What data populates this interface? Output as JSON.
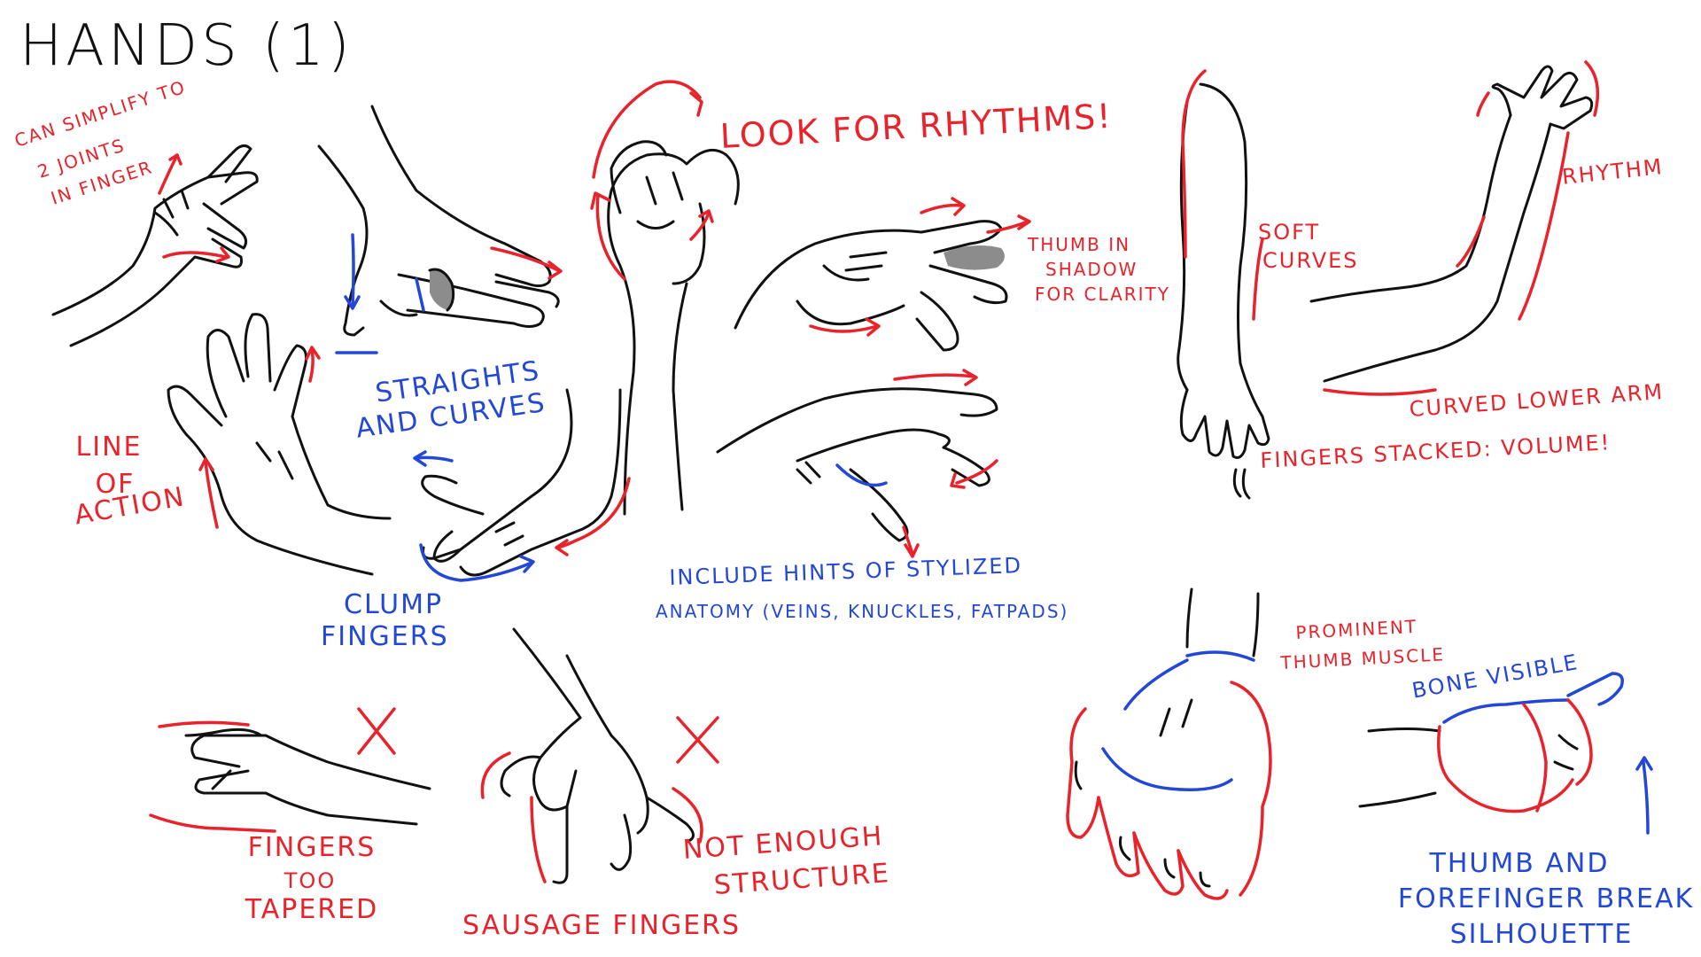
{
  "title": "HANDS (1)",
  "labels": {
    "simplify": [
      "CAN SIMPLIFY TO",
      "2 JOINTS",
      "IN FINGER"
    ],
    "straights": [
      "STRAIGHTS",
      "AND CURVES"
    ],
    "look": "LOOK FOR RHYTHMS!",
    "thumb_shadow": [
      "THUMB IN",
      "SHADOW",
      "FOR CLARITY"
    ],
    "soft_curves": [
      "SOFT",
      "CURVES"
    ],
    "rhythm": "RHYTHM",
    "curved_lower_arm": "CURVED LOWER ARM",
    "fingers_stacked": "FINGERS STACKED: VOLUME!",
    "line_of_action": [
      "LINE",
      "OF",
      "ACTION"
    ],
    "clump": [
      "CLUMP",
      "FINGERS"
    ],
    "include": [
      "INCLUDE HINTS OF STYLIZED",
      "ANATOMY (VEINS, KNUCKLES, FATPADS)"
    ],
    "prominent": [
      "PROMINENT",
      "THUMB MUSCLE"
    ],
    "bone_visible": "BONE VISIBLE",
    "tapered": [
      "FINGERS",
      "TOO",
      "TAPERED"
    ],
    "not_enough": [
      "NOT ENOUGH",
      "STRUCTURE"
    ],
    "sausage": "SAUSAGE FINGERS",
    "thumb_break": [
      "THUMB AND",
      "FOREFINGER BREAK",
      "SILHOUETTE"
    ],
    "cross": "X"
  },
  "colors": {
    "red": "#e8232b",
    "blue": "#2347d6",
    "ink": "#111111",
    "shadow": "#8c8c8c"
  }
}
